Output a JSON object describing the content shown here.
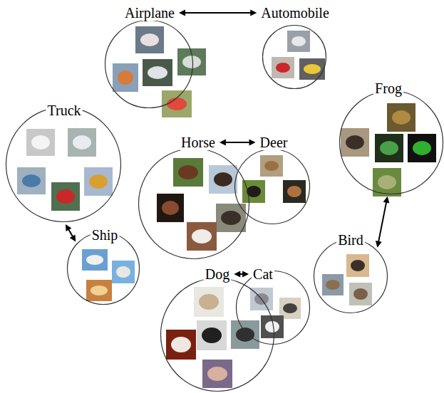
{
  "diagram": {
    "nodes": [
      {
        "text": [
          "Airplane"
        ]
      },
      {
        "text": [
          "Automobile"
        ]
      },
      {
        "text": [
          "Frog"
        ]
      },
      {
        "text": [
          "Truck"
        ]
      },
      {
        "text": [
          "Horse"
        ]
      },
      {
        "text": [
          "Deer"
        ]
      },
      {
        "text": [
          "Ship"
        ]
      },
      {
        "text": [
          "Bird"
        ]
      },
      {
        "text": [
          "Dog"
        ]
      },
      {
        "text": [
          "Cat"
        ]
      }
    ],
    "edges": [
      {
        "from": 0,
        "to": 1,
        "arrow": "both"
      },
      {
        "from": 4,
        "to": 5,
        "arrow": "both"
      },
      {
        "from": 3,
        "to": 6,
        "arrow": "both"
      },
      {
        "from": 2,
        "to": 7,
        "arrow": "both"
      },
      {
        "from": 8,
        "to": 9,
        "arrow": "both"
      }
    ]
  }
}
